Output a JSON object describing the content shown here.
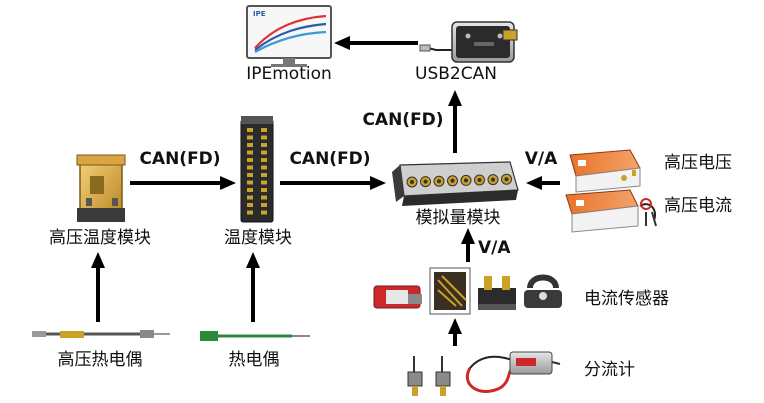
{
  "nodes": {
    "ipemotion": "IPEmotion",
    "ipemotion_logo": "IPE",
    "usb2can": "USB2CAN",
    "hv_temp_module": "高压温度模块",
    "temp_module": "温度模块",
    "analog_module": "模拟量模块",
    "hv_thermocouple": "高压热电偶",
    "thermocouple": "热电偶",
    "hv_voltage": "高压电压",
    "hv_current": "高压电流",
    "current_sensor": "电流传感器",
    "shunt": "分流计"
  },
  "edges": {
    "hv_to_temp": "CAN(FD)",
    "temp_to_analog": "CAN(FD)",
    "analog_to_usb": "CAN(FD)",
    "hv_inputs": "V/A",
    "sensor_to_analog": "V/A"
  },
  "colors": {
    "arrow": "#000000",
    "module_orange": "#e8742a",
    "module_gold": "#d9a441",
    "dark_module": "#2b2b2b",
    "connector_gold": "#c9a227",
    "sensor_red": "#cc2a2a",
    "cable_green": "#2c8a3c"
  }
}
